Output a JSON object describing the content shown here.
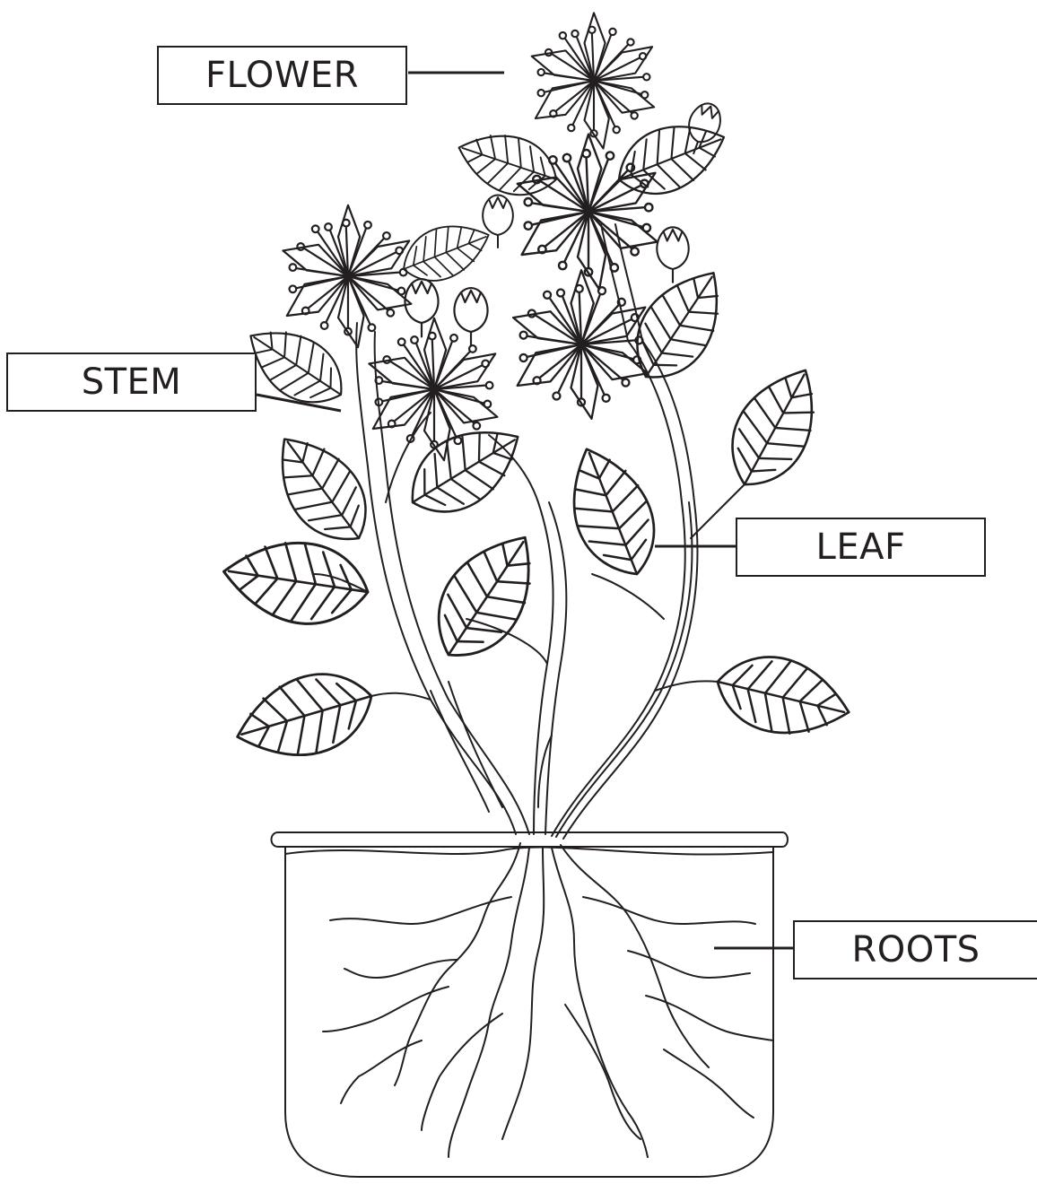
{
  "labels": {
    "flower": "FLOWER",
    "stem": "STEM",
    "leaf": "LEAF",
    "roots": "ROOTS"
  },
  "colors": {
    "line": "#231f20",
    "background": "#ffffff"
  }
}
